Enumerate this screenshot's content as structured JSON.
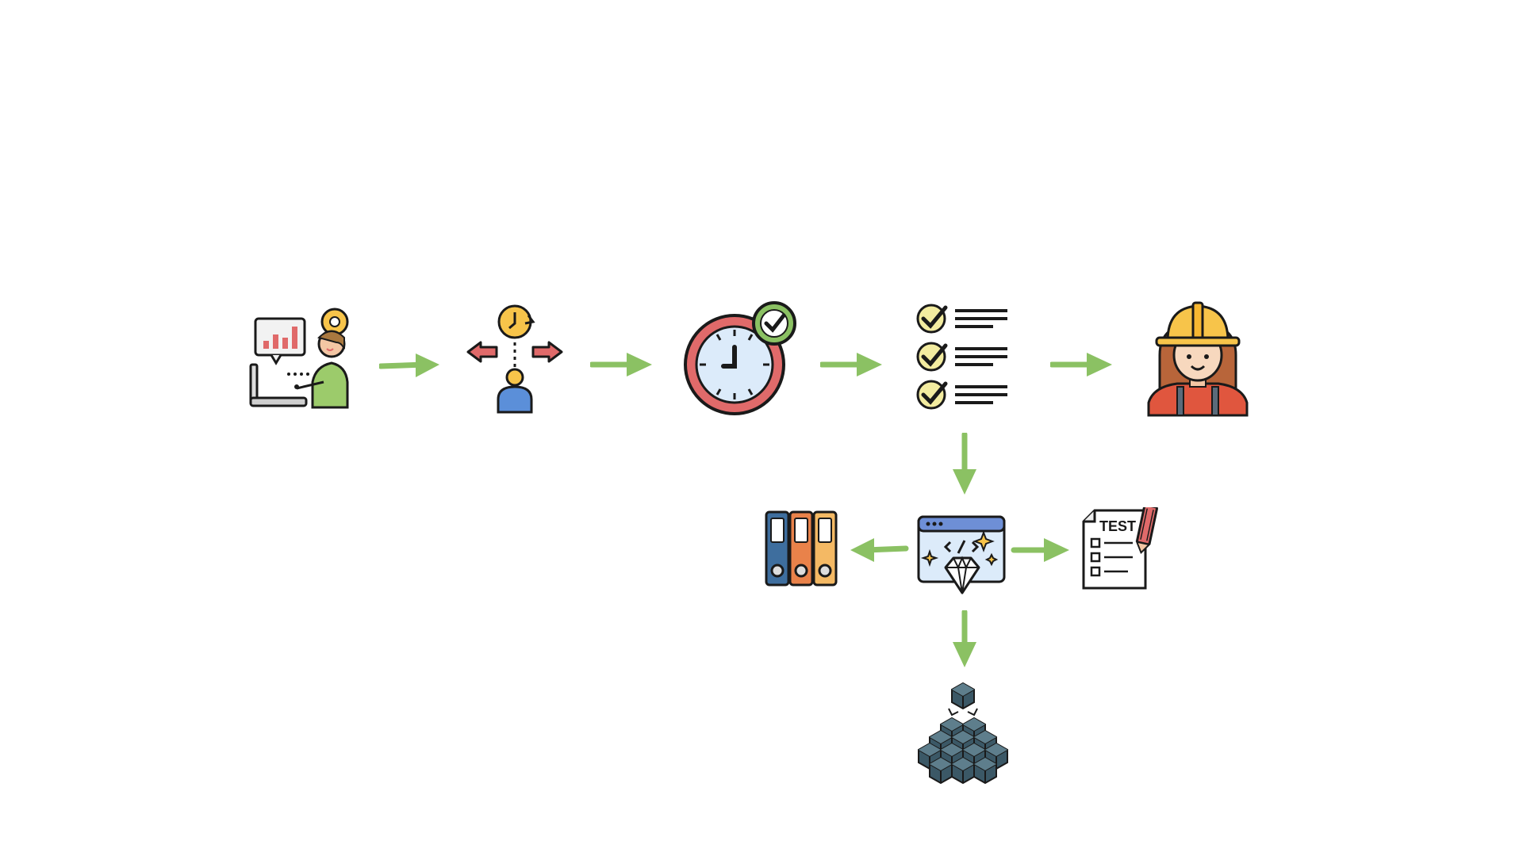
{
  "diagram": {
    "colors": {
      "arrow": "#8BC163",
      "outline": "#1a1a1a",
      "red": "#E06A6A",
      "blue": "#5B8FD9",
      "yellow": "#F7C44A",
      "green": "#8BC163",
      "lightblue": "#DCEBFA",
      "cube": "#3B5866"
    },
    "nodes": [
      {
        "id": "engineer-at-laptop",
        "icon": "engineer-laptop-icon"
      },
      {
        "id": "time-person-split",
        "icon": "time-management-icon"
      },
      {
        "id": "clock-check",
        "icon": "clock-check-icon"
      },
      {
        "id": "checklist",
        "icon": "checklist-icon"
      },
      {
        "id": "worker-helmet",
        "icon": "worker-helmet-icon"
      },
      {
        "id": "binders",
        "icon": "binders-icon"
      },
      {
        "id": "code-diamond",
        "icon": "code-diamond-icon"
      },
      {
        "id": "test-sheet",
        "icon": "test-sheet-icon",
        "label": "TEST"
      },
      {
        "id": "cubes",
        "icon": "cubes-icon"
      }
    ],
    "edges": [
      {
        "from": "engineer-at-laptop",
        "to": "time-person-split"
      },
      {
        "from": "time-person-split",
        "to": "clock-check"
      },
      {
        "from": "clock-check",
        "to": "checklist"
      },
      {
        "from": "checklist",
        "to": "worker-helmet"
      },
      {
        "from": "checklist",
        "to": "code-diamond"
      },
      {
        "from": "code-diamond",
        "to": "binders"
      },
      {
        "from": "code-diamond",
        "to": "test-sheet"
      },
      {
        "from": "code-diamond",
        "to": "cubes"
      }
    ]
  }
}
